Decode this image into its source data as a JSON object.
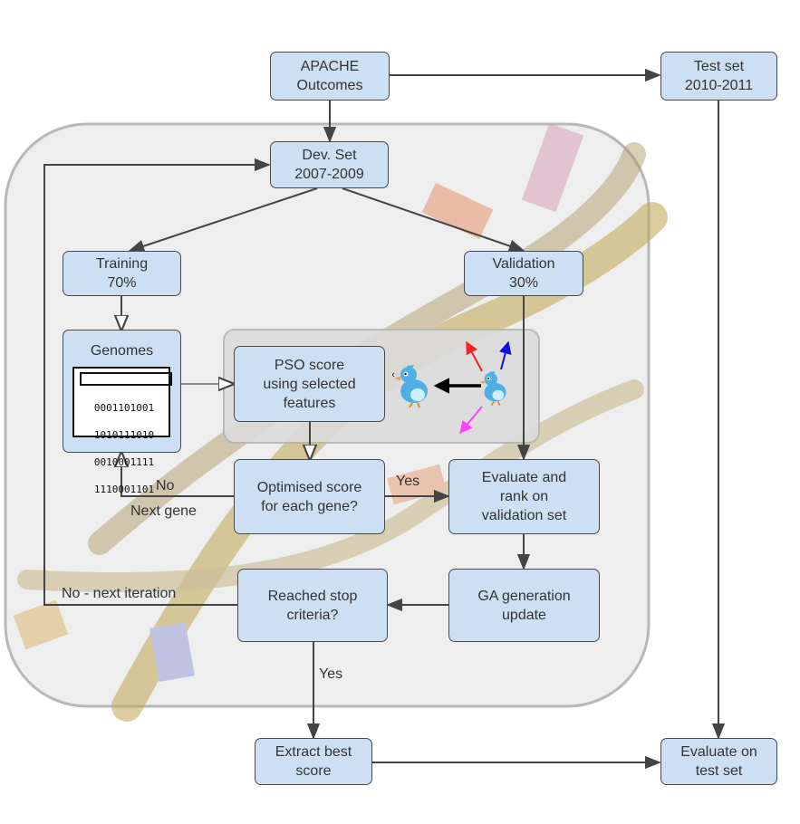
{
  "nodes": {
    "apache": "APACHE\nOutcomes",
    "test_set": "Test set\n2010-2011",
    "dev_set": "Dev. Set\n2007-2009",
    "training": "Training\n70%",
    "validation": "Validation\n30%",
    "genomes": "Genomes",
    "pso": "PSO score\nusing selected\nfeatures",
    "optimised": "Optimised score\nfor each gene?",
    "evaluate_rank": "Evaluate and\nrank on\nvalidation set",
    "ga_update": "GA generation\nupdate",
    "stop_criteria": "Reached stop\ncriteria?",
    "extract_best": "Extract best\nscore",
    "evaluate_test": "Evaluate on\ntest set"
  },
  "genome_bits": [
    "0001101001",
    "1010111010",
    "0010001111",
    "1110001101"
  ],
  "edge_labels": {
    "no": "No",
    "next_gene": "Next gene",
    "yes_optimised": "Yes",
    "no_next_iteration": "No - next iteration",
    "yes_stop": "Yes"
  },
  "colors": {
    "node_fill": "#cde0f3",
    "node_border": "#4a4a4a",
    "container_fill": "#eeeeee",
    "arrow": "#444444",
    "particle_red": "#ff2020",
    "particle_blue": "#1010dd",
    "particle_magenta": "#ff40ff"
  },
  "icons": [
    "bird-icon",
    "bird-icon",
    "dna-helix-background"
  ]
}
